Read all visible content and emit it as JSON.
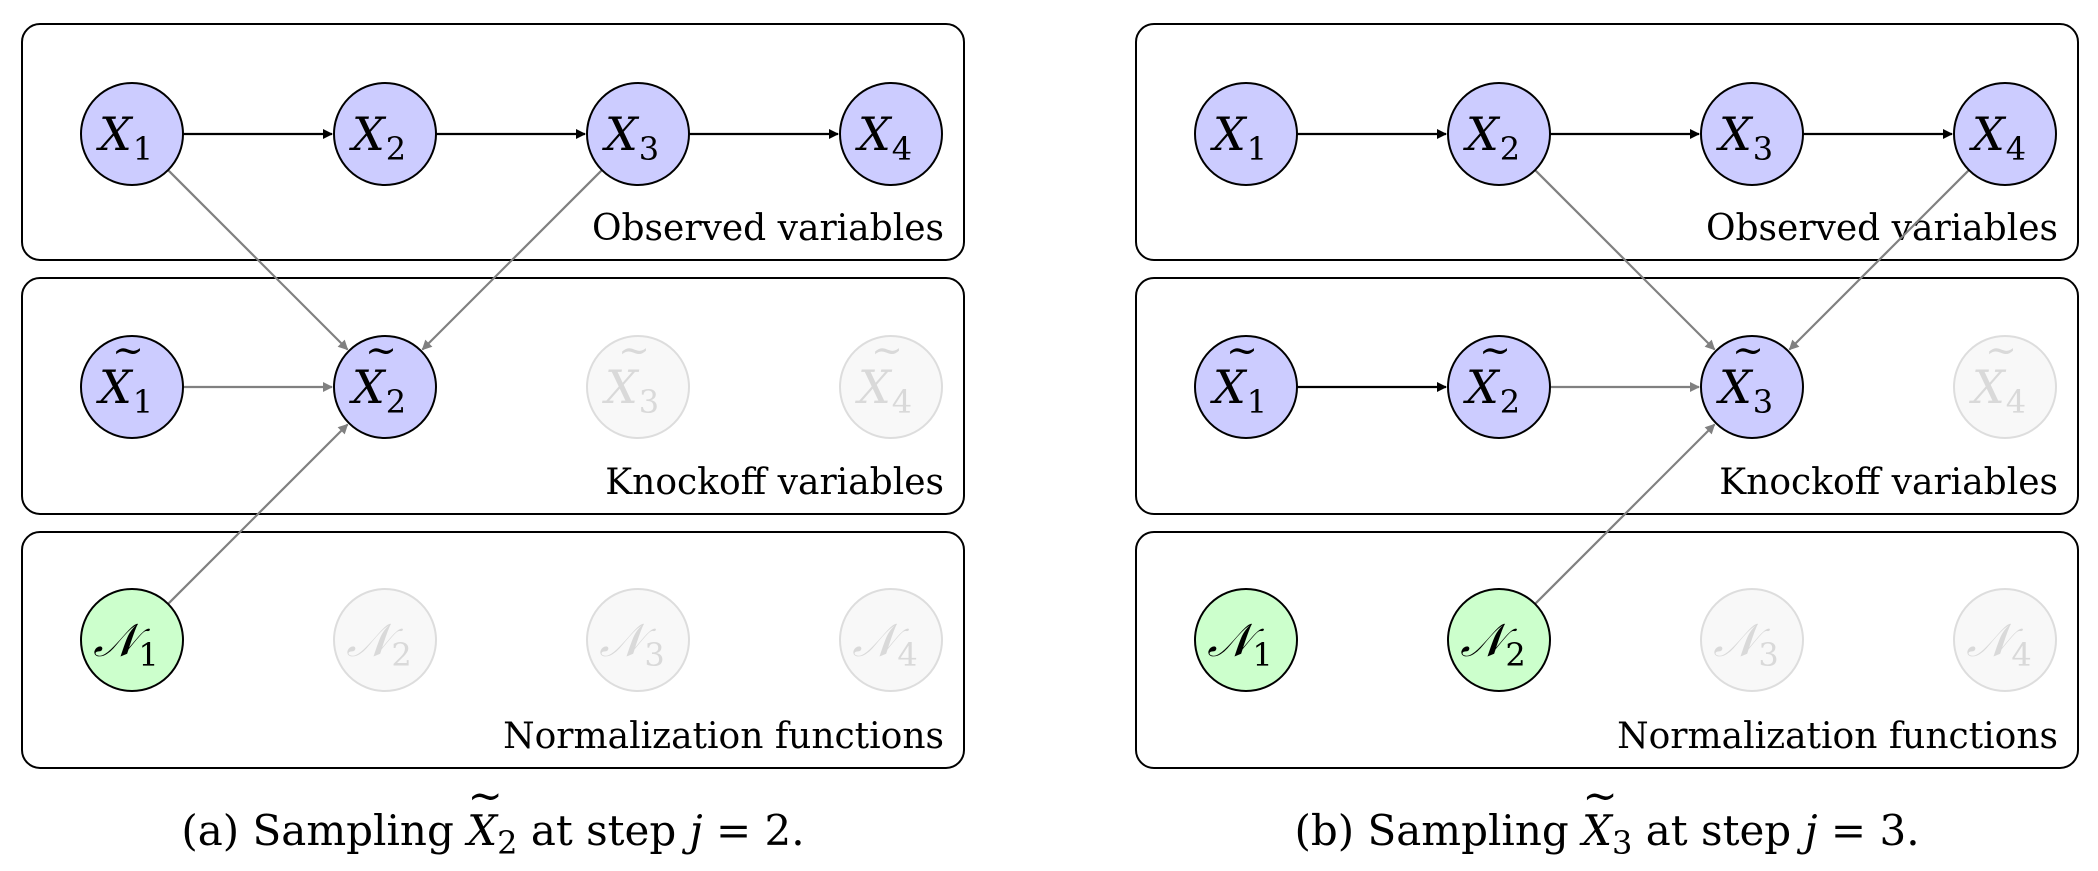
{
  "panels": [
    {
      "id": "a",
      "groups": [
        {
          "label": "Observed variables"
        },
        {
          "label": "Knockoff variables"
        },
        {
          "label": "Normalization functions"
        }
      ],
      "nodes": {
        "observed": [
          {
            "letter": "X",
            "sub": "1",
            "tilde": false,
            "state": "active"
          },
          {
            "letter": "X",
            "sub": "2",
            "tilde": false,
            "state": "active"
          },
          {
            "letter": "X",
            "sub": "3",
            "tilde": false,
            "state": "active"
          },
          {
            "letter": "X",
            "sub": "4",
            "tilde": false,
            "state": "active"
          }
        ],
        "knockoff": [
          {
            "letter": "X",
            "sub": "1",
            "tilde": true,
            "state": "active"
          },
          {
            "letter": "X",
            "sub": "2",
            "tilde": true,
            "state": "active"
          },
          {
            "letter": "X",
            "sub": "3",
            "tilde": true,
            "state": "faded"
          },
          {
            "letter": "X",
            "sub": "4",
            "tilde": true,
            "state": "faded"
          }
        ],
        "normalization": [
          {
            "letter": "𝒩",
            "sub": "1",
            "tilde": false,
            "state": "active"
          },
          {
            "letter": "𝒩",
            "sub": "2",
            "tilde": false,
            "state": "faded"
          },
          {
            "letter": "𝒩",
            "sub": "3",
            "tilde": false,
            "state": "faded"
          },
          {
            "letter": "𝒩",
            "sub": "4",
            "tilde": false,
            "state": "faded"
          }
        ]
      },
      "edges": [
        {
          "from": "observed.0",
          "to": "observed.1",
          "color": "black"
        },
        {
          "from": "observed.1",
          "to": "observed.2",
          "color": "black"
        },
        {
          "from": "observed.2",
          "to": "observed.3",
          "color": "black"
        },
        {
          "from": "observed.0",
          "to": "knockoff.1",
          "color": "gray"
        },
        {
          "from": "observed.2",
          "to": "knockoff.1",
          "color": "gray"
        },
        {
          "from": "knockoff.0",
          "to": "knockoff.1",
          "color": "gray"
        },
        {
          "from": "normalization.0",
          "to": "knockoff.1",
          "color": "gray"
        }
      ],
      "caption": {
        "prefix": "(a) Sampling ",
        "var": "X",
        "var_sub": "2",
        "middle": " at step ",
        "step_var": "j",
        "suffix": " = 2."
      }
    },
    {
      "id": "b",
      "groups": [
        {
          "label": "Observed variables"
        },
        {
          "label": "Knockoff variables"
        },
        {
          "label": "Normalization functions"
        }
      ],
      "nodes": {
        "observed": [
          {
            "letter": "X",
            "sub": "1",
            "tilde": false,
            "state": "active"
          },
          {
            "letter": "X",
            "sub": "2",
            "tilde": false,
            "state": "active"
          },
          {
            "letter": "X",
            "sub": "3",
            "tilde": false,
            "state": "active"
          },
          {
            "letter": "X",
            "sub": "4",
            "tilde": false,
            "state": "active"
          }
        ],
        "knockoff": [
          {
            "letter": "X",
            "sub": "1",
            "tilde": true,
            "state": "active"
          },
          {
            "letter": "X",
            "sub": "2",
            "tilde": true,
            "state": "active"
          },
          {
            "letter": "X",
            "sub": "3",
            "tilde": true,
            "state": "active"
          },
          {
            "letter": "X",
            "sub": "4",
            "tilde": true,
            "state": "faded"
          }
        ],
        "normalization": [
          {
            "letter": "𝒩",
            "sub": "1",
            "tilde": false,
            "state": "active"
          },
          {
            "letter": "𝒩",
            "sub": "2",
            "tilde": false,
            "state": "active"
          },
          {
            "letter": "𝒩",
            "sub": "3",
            "tilde": false,
            "state": "faded"
          },
          {
            "letter": "𝒩",
            "sub": "4",
            "tilde": false,
            "state": "faded"
          }
        ]
      },
      "edges": [
        {
          "from": "observed.0",
          "to": "observed.1",
          "color": "black"
        },
        {
          "from": "observed.1",
          "to": "observed.2",
          "color": "black"
        },
        {
          "from": "observed.2",
          "to": "observed.3",
          "color": "black"
        },
        {
          "from": "knockoff.0",
          "to": "knockoff.1",
          "color": "black"
        },
        {
          "from": "observed.1",
          "to": "knockoff.2",
          "color": "gray"
        },
        {
          "from": "observed.3",
          "to": "knockoff.2",
          "color": "gray"
        },
        {
          "from": "knockoff.1",
          "to": "knockoff.2",
          "color": "gray"
        },
        {
          "from": "normalization.1",
          "to": "knockoff.2",
          "color": "gray"
        }
      ],
      "caption": {
        "prefix": "(b) Sampling ",
        "var": "X",
        "var_sub": "3",
        "middle": " at step ",
        "step_var": "j",
        "suffix": " = 3."
      }
    }
  ]
}
